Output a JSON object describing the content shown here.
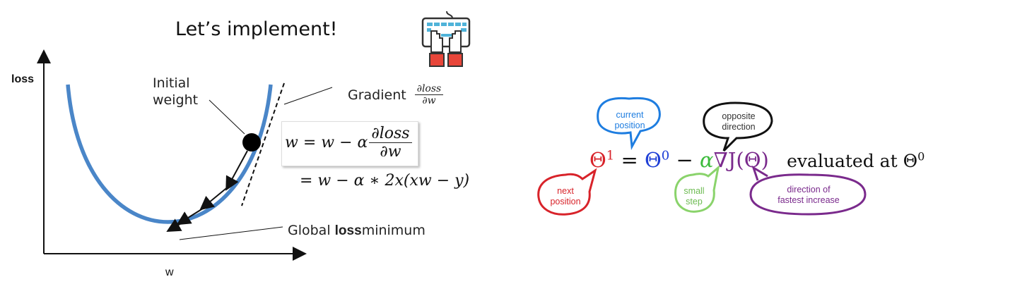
{
  "left_panel": {
    "title": "Let’s implement!",
    "axis_y_label": "loss",
    "axis_x_label": "w",
    "initial_weight_label_line1": "Initial",
    "initial_weight_label_line2": "weight",
    "gradient_label": "Gradient",
    "gradient_frac_num": "∂loss",
    "gradient_frac_den": "∂w",
    "update_eq_lhs": "w = w − α",
    "update_eq_frac_num": "∂loss",
    "update_eq_frac_den": "∂w",
    "update_eq_line2": "= w − α ∗ 2x(xw − y)",
    "global_prefix": "Global",
    "global_bold": "loss",
    "global_suffix": "minimum"
  },
  "right_panel": {
    "theta1": "Θ",
    "theta1_sup": "1",
    "equals": "=",
    "theta0": "Θ",
    "theta0_sup": "0",
    "minus": "−",
    "alpha": "α",
    "nabla_j": "∇J(Θ)",
    "evaluated_text": "evaluated at Θ",
    "evaluated_sup": "0",
    "bubble_current": [
      "current",
      "position"
    ],
    "bubble_opposite": [
      "opposite",
      "direction"
    ],
    "bubble_next": [
      "next",
      "position"
    ],
    "bubble_small": [
      "small",
      "step"
    ],
    "bubble_direction": [
      "direction of",
      "fastest increase"
    ]
  },
  "colors": {
    "curve": "#4a86c8",
    "red": "#d8232a",
    "blue": "#1f3fd6",
    "green": "#3dbb3d",
    "purple": "#7a2a8c",
    "black": "#111111",
    "bubble_blue": "#1e7de0",
    "bubble_green": "#8ad36b"
  },
  "icons": [
    "keyboard-typing-icon"
  ]
}
